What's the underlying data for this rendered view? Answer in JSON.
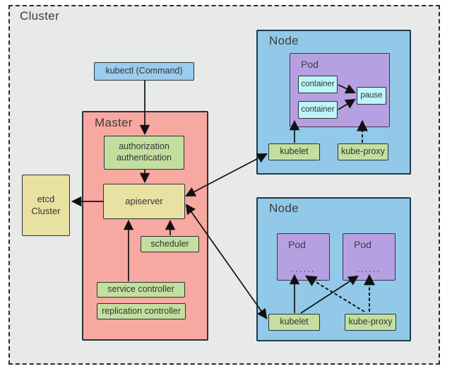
{
  "cluster": {
    "label": "Cluster"
  },
  "kubectl": {
    "label": "kubectl (Command)"
  },
  "master": {
    "label": "Master",
    "auth_line1": "authorization",
    "auth_line2": "authentication",
    "apiserver": "apiserver",
    "scheduler": "scheduler",
    "service_controller": "service controller",
    "replication_controller": "replication controller"
  },
  "etcd": {
    "line1": "etcd",
    "line2": "Cluster"
  },
  "node_top": {
    "label": "Node",
    "pod": {
      "label": "Pod",
      "container_a": "container",
      "container_b": "container",
      "pause": "pause"
    },
    "kubelet": "kubelet",
    "kube_proxy": "kube-proxy"
  },
  "node_bottom": {
    "label": "Node",
    "pod_a": {
      "label": "Pod",
      "dots": "......"
    },
    "pod_b": {
      "label": "Pod",
      "dots": "......"
    },
    "kubelet": "kubelet",
    "kube_proxy": "kube-proxy"
  },
  "colors": {
    "cluster_bg": "#e8eaea",
    "master_fill": "#f7a8a1",
    "node_fill": "#92c9e8",
    "pod_fill": "#b7a0e2",
    "container_fill": "#bdf6f8",
    "green_fill": "#c3df9f",
    "yellow_fill": "#e9e1a2",
    "kubectl_fill": "#9cccee",
    "line_color": "#111111"
  }
}
